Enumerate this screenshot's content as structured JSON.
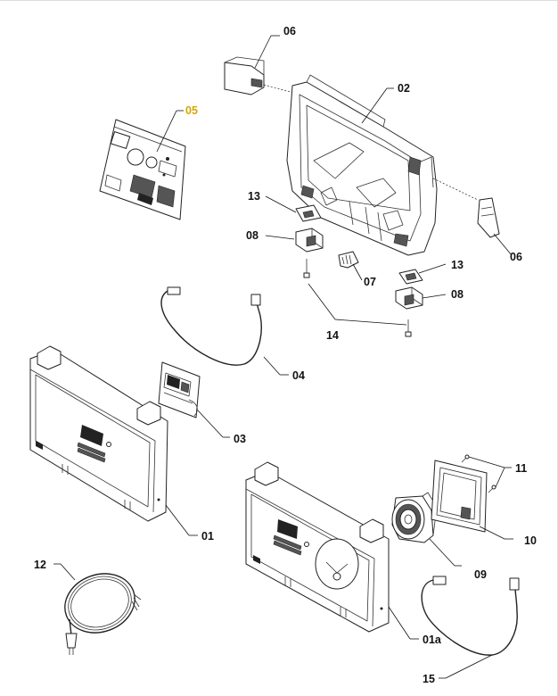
{
  "callouts": {
    "c01": "01",
    "c01a": "01a",
    "c02": "02",
    "c03": "03",
    "c04": "04",
    "c05": "05",
    "c06a": "06",
    "c06b": "06",
    "c07": "07",
    "c08a": "08",
    "c08b": "08",
    "c09": "09",
    "c10": "10",
    "c11": "11",
    "c12": "12",
    "c13a": "13",
    "c13b": "13",
    "c14": "14",
    "c15": "15"
  },
  "colors": {
    "highlight_label": "#d9a400",
    "line": "#111111"
  }
}
